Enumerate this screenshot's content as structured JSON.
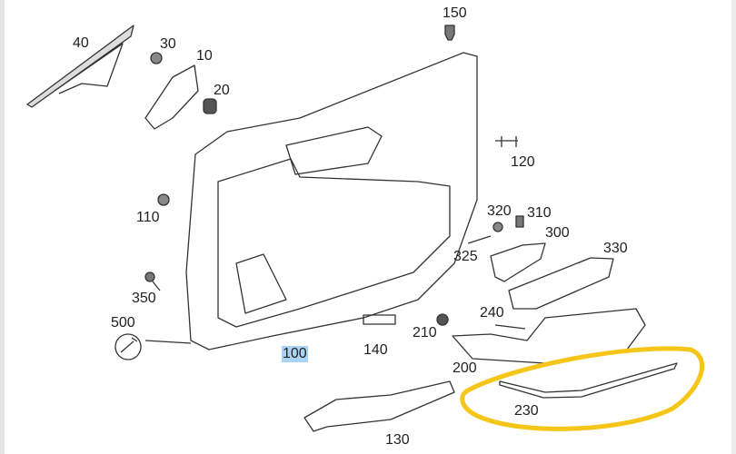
{
  "diagram": {
    "part_labels": {
      "p150": "150",
      "p40": "40",
      "p30": "30",
      "p10": "10",
      "p20": "20",
      "p120": "120",
      "p110": "110",
      "p320": "320",
      "p310": "310",
      "p300": "300",
      "p330": "330",
      "p325": "325",
      "p350": "350",
      "p240": "240",
      "p500": "500",
      "p210": "210",
      "p100": "100",
      "p140": "140",
      "p200": "200",
      "p230": "230",
      "p130": "130"
    },
    "highlighted_label": "100",
    "circled_part": "230",
    "colors": {
      "highlight": "#a9d3f5",
      "circle_annotation": "#f5c518",
      "line_art": "#333333"
    }
  }
}
